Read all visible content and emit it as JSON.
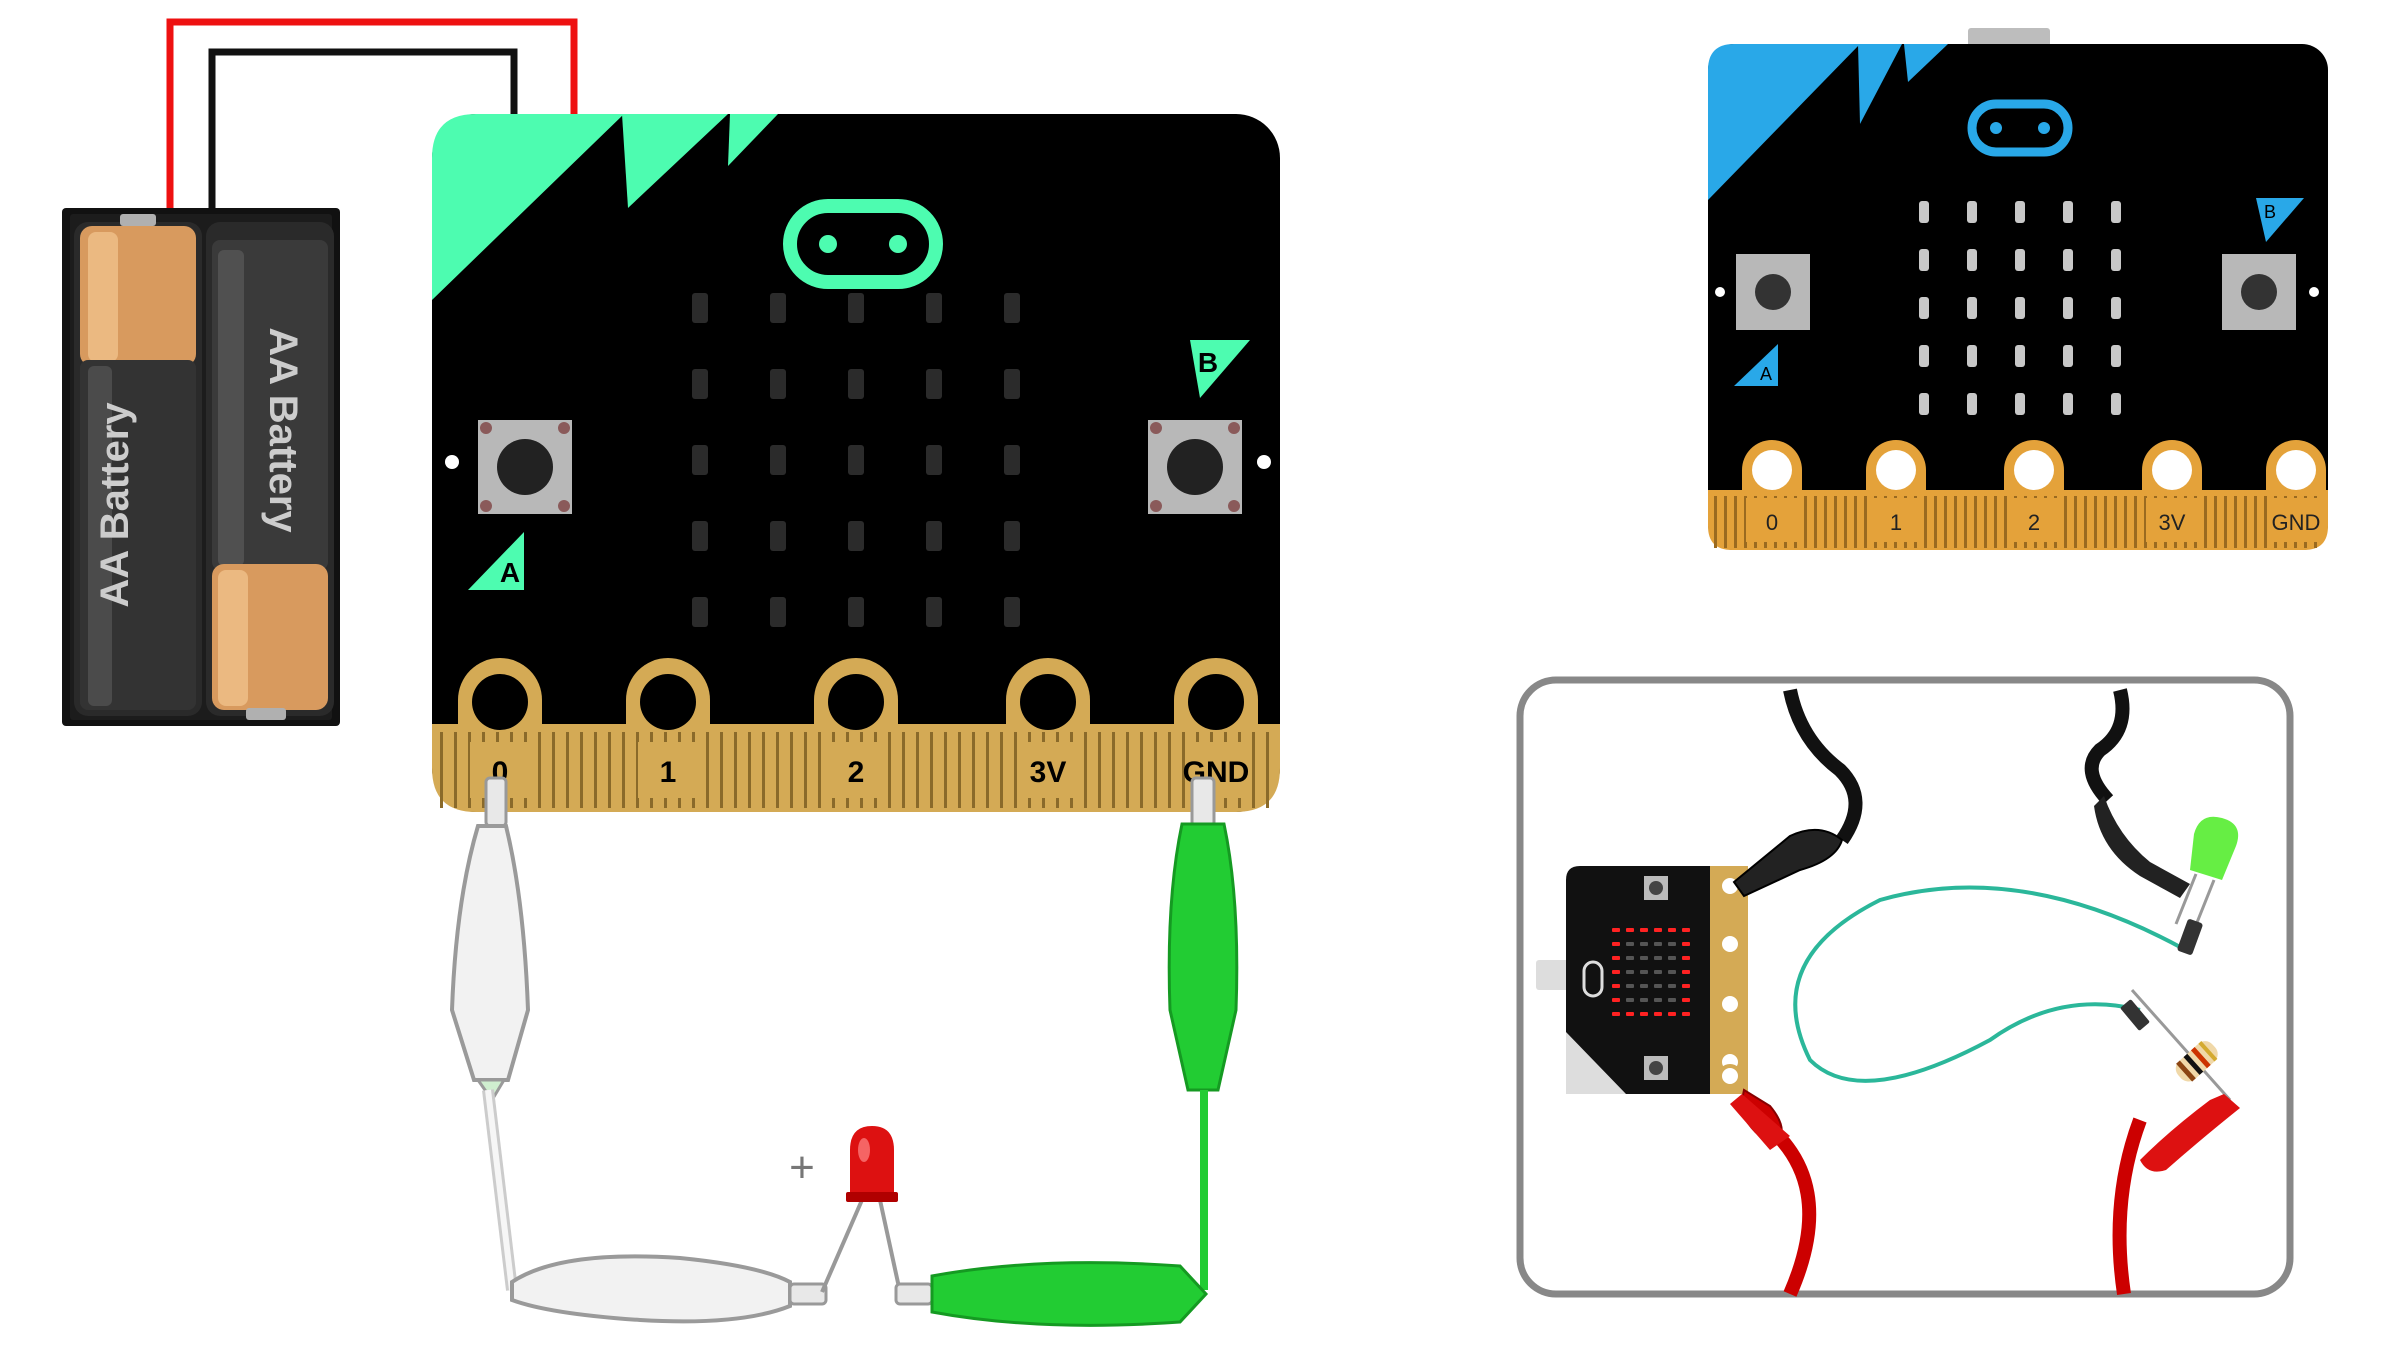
{
  "colors": {
    "main_accent": "#4dfcb0",
    "small_accent": "#29a8e8",
    "gold": "#d4aa55",
    "board": "#000000",
    "wire_red": "#ee1111",
    "wire_black": "#111111",
    "clip_green": "#22cc33",
    "clip_white": "#e8e8e8",
    "led_red": "#dd1111",
    "led_green": "#66ee44",
    "led_matrix_lit": "#ff2222",
    "inset_border": "#888888"
  },
  "battery_pack": {
    "cell_left_label": "AA Battery",
    "cell_right_label": "AA Battery"
  },
  "main_board": {
    "button_a_label": "A",
    "button_b_label": "B",
    "pins": [
      "0",
      "1",
      "2",
      "3V",
      "GND"
    ]
  },
  "small_board": {
    "button_a_label": "A",
    "button_b_label": "B",
    "pins": [
      "0",
      "1",
      "2",
      "3V",
      "GND"
    ]
  },
  "led_polarity_mark": "+",
  "icons": {
    "battery": "battery-icon",
    "led": "led-icon",
    "resistor": "resistor-icon",
    "crocodile_clip": "crocodile-clip-icon"
  }
}
